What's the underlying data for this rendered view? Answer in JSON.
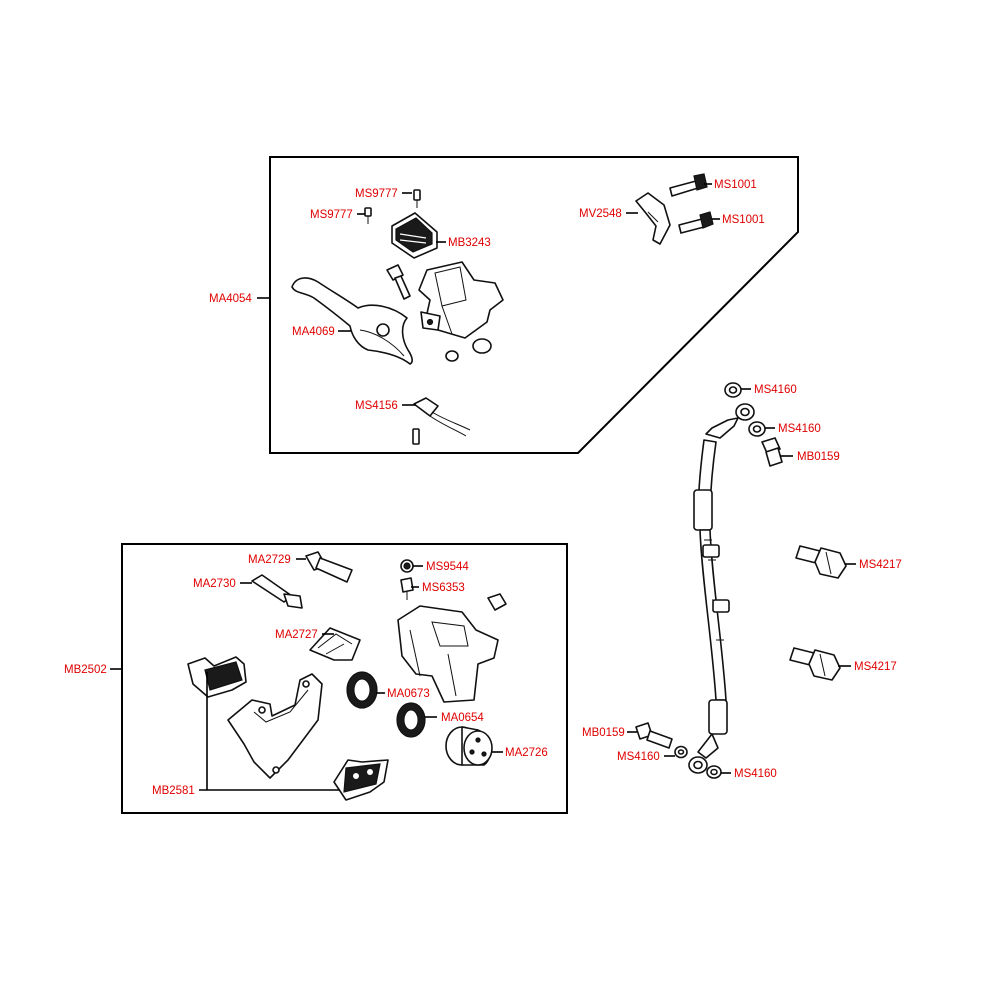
{
  "colors": {
    "label": "#e00000",
    "line": "#000000",
    "background": "#ffffff"
  },
  "groups": {
    "master_cylinder_group": "MA4054",
    "caliper_group": "MB2502"
  },
  "labels": {
    "ms9777_a": "MS9777",
    "ms9777_b": "MS9777",
    "mb3243": "MB3243",
    "ma4069": "MA4069",
    "ms4156": "MS4156",
    "mv2548": "MV2548",
    "ms1001_a": "MS1001",
    "ms1001_b": "MS1001",
    "ms4160_a": "MS4160",
    "ms4160_b": "MS4160",
    "mb0159_a": "MB0159",
    "ms4217_a": "MS4217",
    "ms4217_b": "MS4217",
    "mb0159_b": "MB0159",
    "ms4160_c": "MS4160",
    "ms4160_d": "MS4160",
    "ma2729": "MA2729",
    "ma2730": "MA2730",
    "ms9544": "MS9544",
    "ms6353": "MS6353",
    "ma2727": "MA2727",
    "ma0673": "MA0673",
    "ma0654": "MA0654",
    "ma2726": "MA2726",
    "mb2581": "MB2581"
  }
}
